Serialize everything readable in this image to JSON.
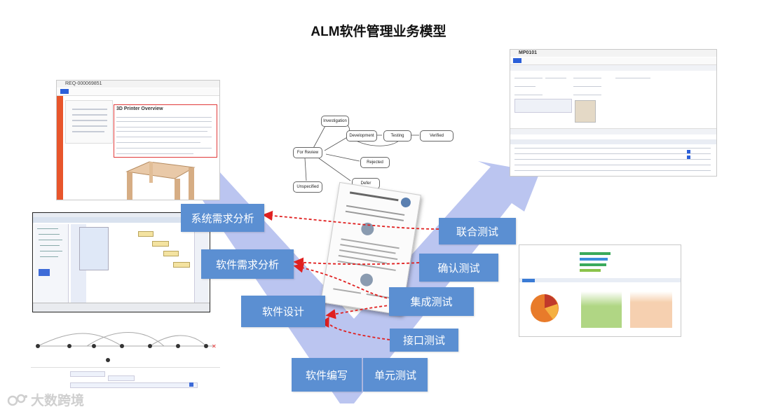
{
  "title": "ALM软件管理业务模型",
  "left_boxes": {
    "sys_req": "系统需求分析",
    "sw_req": "软件需求分析",
    "sw_design": "软件设计",
    "sw_code": "软件编写"
  },
  "right_boxes": {
    "unit_test": "单元测试",
    "interface_test": "接口测试",
    "integration_test": "集成测试",
    "confirm_test": "确认测试",
    "joint_test": "联合测试"
  },
  "workflow": {
    "investigation": "Investigation",
    "development": "Development",
    "testing": "Testing",
    "verified": "Verified",
    "for_review": "For Review",
    "rejected": "Rejected",
    "defer": "Defer",
    "unspecified": "Unspecified"
  },
  "req_shot": {
    "id": "REQ-000069851",
    "heading": "3D Printer Overview"
  },
  "part_shot": {
    "id": "MP0101"
  },
  "watermark": "大数跨境",
  "colors": {
    "box": "#5b8fd2",
    "v_shape": "#b7c2ef",
    "arrow": "#e02020"
  }
}
